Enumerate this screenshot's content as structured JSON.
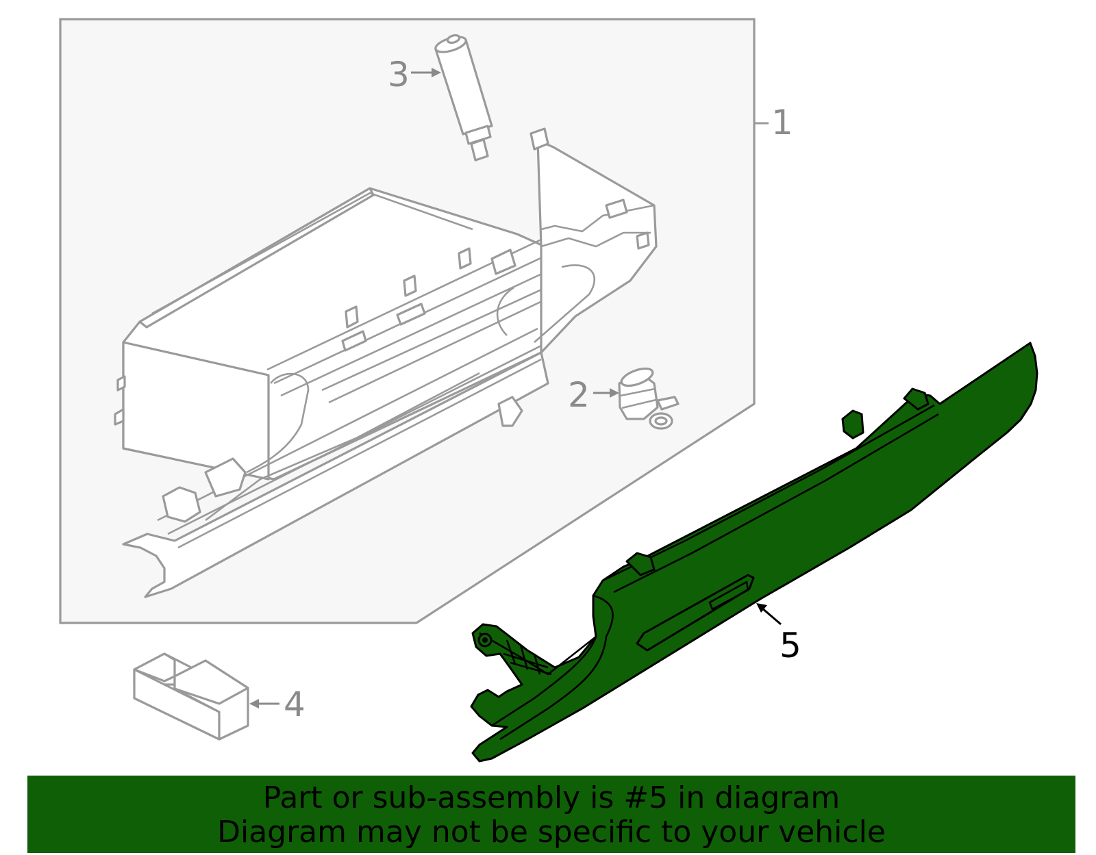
{
  "callouts": {
    "c1": "1",
    "c2": "2",
    "c3": "3",
    "c4": "4",
    "c5": "5"
  },
  "banner": {
    "line1": "Part or sub-assembly is #5 in diagram",
    "line2": "Diagram may not be specific to your vehicle"
  },
  "colors": {
    "highlight_part": "#0f5f06",
    "banner_bg": "#0f5f06",
    "drawing_lines": "#9a9a9a"
  }
}
